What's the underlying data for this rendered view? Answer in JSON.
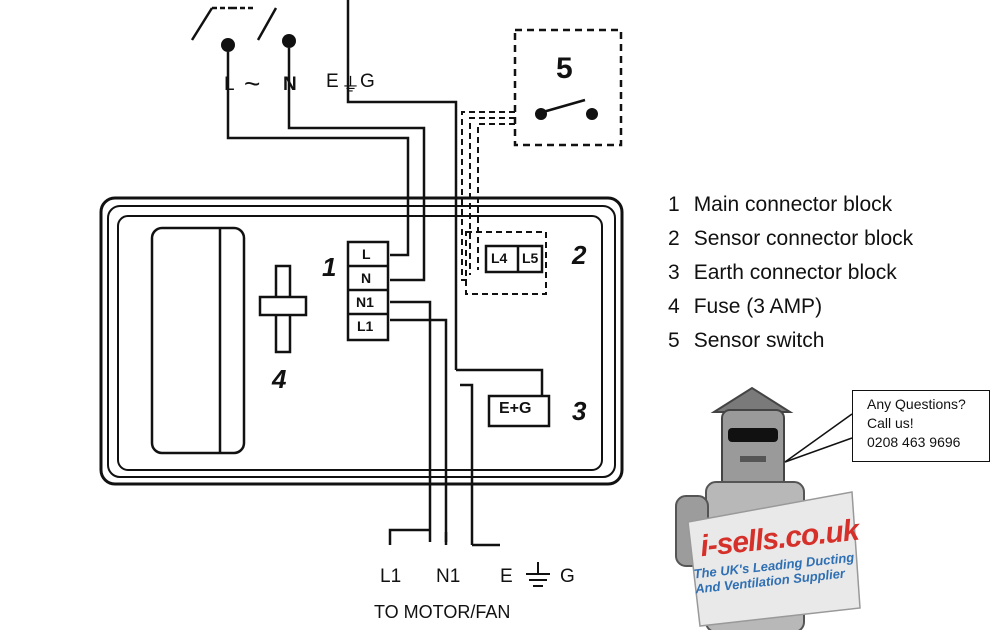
{
  "diagram": {
    "supply": {
      "live": "L",
      "neutral": "N",
      "earth": "E",
      "ground": "G",
      "ac_symbol": "~"
    },
    "sensor_switch_number": "5",
    "main_block": {
      "number": "1",
      "terminals": [
        "L",
        "N",
        "N1",
        "L1"
      ]
    },
    "sensor_block": {
      "number": "2",
      "terminals": [
        "L4",
        "L5"
      ]
    },
    "earth_block": {
      "number": "3",
      "label": "E+G"
    },
    "fuse_number": "4",
    "motor_terminals": [
      "L1",
      "N1",
      "E",
      "G"
    ],
    "motor_caption": "TO MOTOR/FAN"
  },
  "legend": [
    {
      "num": "1",
      "text": "Main connector block"
    },
    {
      "num": "2",
      "text": "Sensor connector block"
    },
    {
      "num": "3",
      "text": "Earth connector block"
    },
    {
      "num": "4",
      "text": "Fuse (3 AMP)"
    },
    {
      "num": "5",
      "text": "Sensor switch"
    }
  ],
  "ad": {
    "callout": [
      "Any Questions?",
      "Call us!",
      "0208 463 9696"
    ],
    "brand": "i-sells.co.uk",
    "tagline": [
      "The UK's Leading Ducting",
      "And Ventilation Supplier"
    ]
  }
}
